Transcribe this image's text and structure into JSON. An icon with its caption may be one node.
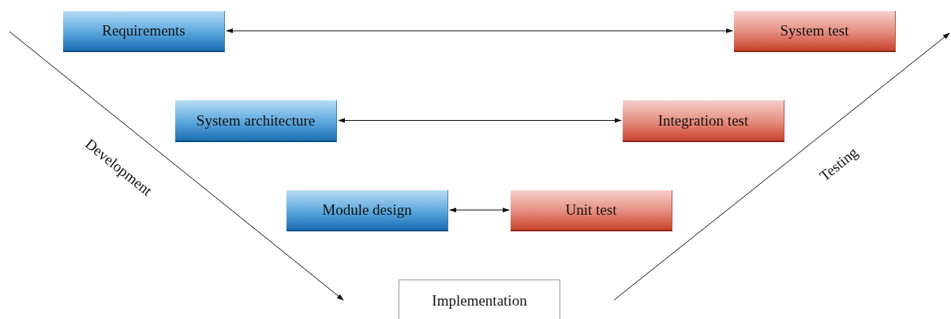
{
  "diagram": {
    "nodes": [
      {
        "text": [
          "Requirements"
        ]
      },
      {
        "text": [
          "System test"
        ]
      },
      {
        "text": [
          "System architecture"
        ]
      },
      {
        "text": [
          "Integration test"
        ]
      },
      {
        "text": [
          "Module design"
        ]
      },
      {
        "text": [
          "Unit test"
        ]
      },
      {
        "text": [
          "Implementation"
        ]
      }
    ],
    "edges": [
      {
        "from": 0,
        "to": 1,
        "arrow": "both"
      },
      {
        "from": 2,
        "to": 3,
        "arrow": "both"
      },
      {
        "from": 4,
        "to": 5,
        "arrow": "both"
      }
    ],
    "labels": [
      "Development",
      "Testing"
    ]
  }
}
